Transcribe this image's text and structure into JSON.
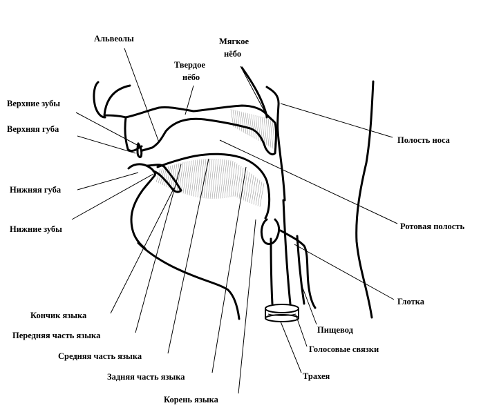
{
  "labels": {
    "alveoli": "Альвеолы",
    "soft_palate_1": "Мягкое",
    "soft_palate_2": "нёбо",
    "hard_palate_1": "Твердое",
    "hard_palate_2": "нёбо",
    "upper_teeth": "Верхние зубы",
    "upper_lip": "Верхняя губа",
    "lower_lip": "Нижняя губа",
    "lower_teeth": "Нижние зубы",
    "nasal_cavity": "Полость носа",
    "oral_cavity": "Ротовая полость",
    "pharynx": "Глотка",
    "esophagus": "Пищевод",
    "vocal_cords": "Голосовые связки",
    "trachea": "Трахея",
    "tongue_tip": "Кончик языка",
    "tongue_front": "Передняя часть языка",
    "tongue_middle": "Средняя часть языка",
    "tongue_back": "Задняя часть языка",
    "tongue_root": "Корень языка"
  }
}
